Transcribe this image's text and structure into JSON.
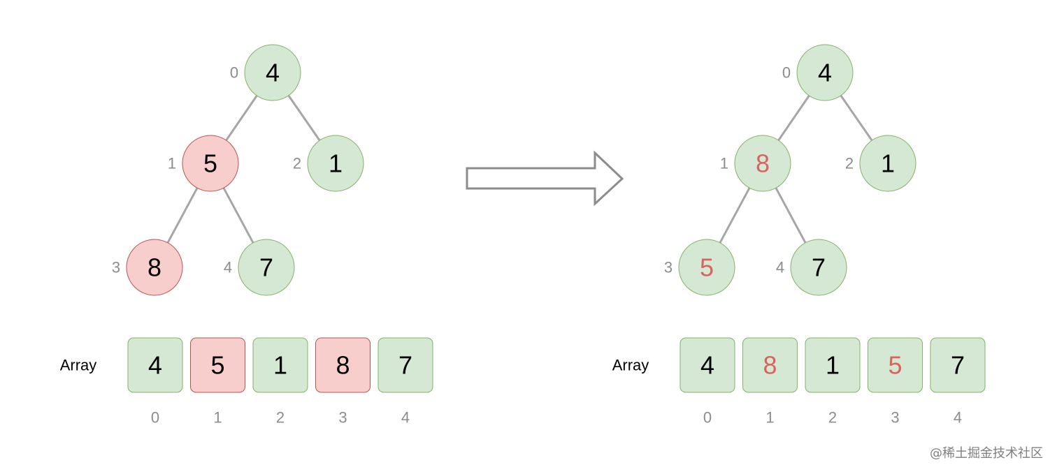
{
  "colors": {
    "green_fill": "#d5e8d4",
    "green_stroke": "#82b366",
    "red_fill": "#f8cecc",
    "red_stroke": "#b85450",
    "highlight_text": "#d9645f",
    "normal_text": "#000000",
    "index_text": "#8c8c8c",
    "edge": "#a6a6a6",
    "arrow_stroke": "#8c8c8c"
  },
  "diagrams": [
    {
      "id": "before",
      "tree": {
        "nodes": [
          {
            "index": "0",
            "value": "4",
            "style": "green",
            "text_color": "normal"
          },
          {
            "index": "1",
            "value": "5",
            "style": "red",
            "text_color": "normal"
          },
          {
            "index": "2",
            "value": "1",
            "style": "green",
            "text_color": "normal"
          },
          {
            "index": "3",
            "value": "8",
            "style": "red",
            "text_color": "normal"
          },
          {
            "index": "4",
            "value": "7",
            "style": "green",
            "text_color": "normal"
          }
        ],
        "edges": [
          [
            0,
            1
          ],
          [
            0,
            2
          ],
          [
            1,
            3
          ],
          [
            1,
            4
          ]
        ]
      },
      "array": {
        "label": "Array",
        "cells": [
          {
            "index": "0",
            "value": "4",
            "style": "green",
            "text_color": "normal"
          },
          {
            "index": "1",
            "value": "5",
            "style": "red",
            "text_color": "normal"
          },
          {
            "index": "2",
            "value": "1",
            "style": "green",
            "text_color": "normal"
          },
          {
            "index": "3",
            "value": "8",
            "style": "red",
            "text_color": "normal"
          },
          {
            "index": "4",
            "value": "7",
            "style": "green",
            "text_color": "normal"
          }
        ]
      }
    },
    {
      "id": "after",
      "tree": {
        "nodes": [
          {
            "index": "0",
            "value": "4",
            "style": "green",
            "text_color": "normal"
          },
          {
            "index": "1",
            "value": "8",
            "style": "green",
            "text_color": "highlight"
          },
          {
            "index": "2",
            "value": "1",
            "style": "green",
            "text_color": "normal"
          },
          {
            "index": "3",
            "value": "5",
            "style": "green",
            "text_color": "highlight"
          },
          {
            "index": "4",
            "value": "7",
            "style": "green",
            "text_color": "normal"
          }
        ],
        "edges": [
          [
            0,
            1
          ],
          [
            0,
            2
          ],
          [
            1,
            3
          ],
          [
            1,
            4
          ]
        ]
      },
      "array": {
        "label": "Array",
        "cells": [
          {
            "index": "0",
            "value": "4",
            "style": "green",
            "text_color": "normal"
          },
          {
            "index": "1",
            "value": "8",
            "style": "green",
            "text_color": "highlight"
          },
          {
            "index": "2",
            "value": "1",
            "style": "green",
            "text_color": "normal"
          },
          {
            "index": "3",
            "value": "5",
            "style": "green",
            "text_color": "highlight"
          },
          {
            "index": "4",
            "value": "7",
            "style": "green",
            "text_color": "normal"
          }
        ]
      }
    }
  ],
  "transition_arrow_icon": "right-arrow-outline-icon",
  "watermark": "@稀土掘金技术社区"
}
